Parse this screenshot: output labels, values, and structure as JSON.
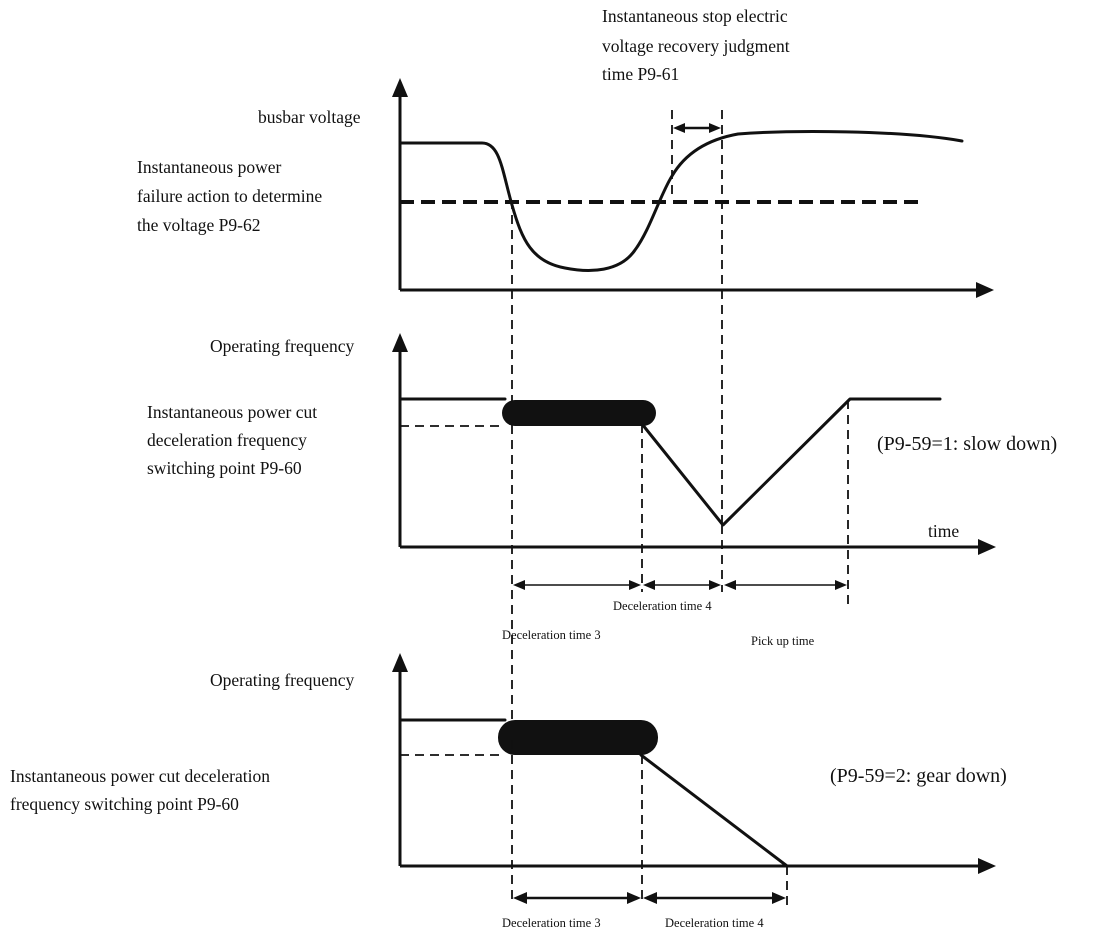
{
  "panel1": {
    "stop_label_line1": "Instantaneous stop electric",
    "stop_label_line2": "voltage recovery judgment",
    "stop_label_line3": "time P9-61",
    "y_label": "busbar voltage",
    "threshold_line1": "Instantaneous power",
    "threshold_line2": "failure action to determine",
    "threshold_line3": "the voltage P9-62"
  },
  "panel2": {
    "y_label": "Operating frequency",
    "switch_line1": "Instantaneous power cut",
    "switch_line2": "deceleration frequency",
    "switch_line3": "switching point P9-60",
    "mode_label": "(P9-59=1: slow down)",
    "x_label": "time",
    "decel4_label": "Deceleration time 4",
    "decel3_label": "Deceleration time 3",
    "pickup_label": "Pick up time"
  },
  "panel3": {
    "y_label": "Operating frequency",
    "switch_line1": "Instantaneous power cut deceleration",
    "switch_line2": "frequency switching point P9-60",
    "mode_label": "(P9-59=2: gear down)",
    "decel3_label": "Deceleration time 3",
    "decel4_label": "Deceleration time 4"
  }
}
